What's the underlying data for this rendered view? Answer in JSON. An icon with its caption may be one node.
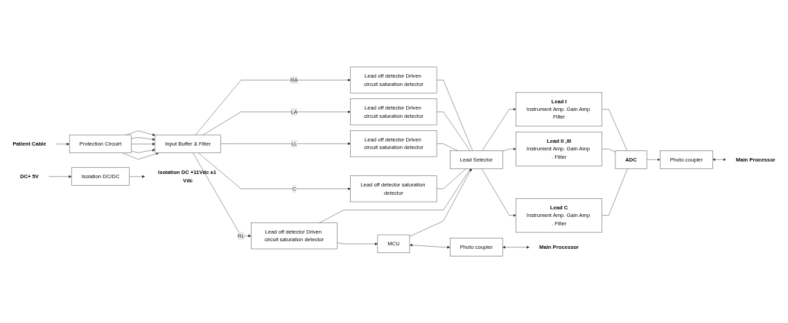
{
  "diagram": {
    "nodes": [
      {
        "text": [
          "Protection Circuirt"
        ]
      },
      {
        "text": [
          "Input Buffer & Filter"
        ]
      },
      {
        "text": [
          "Lead off detector Driven circuit saturation detector"
        ]
      },
      {
        "text": [
          "Lead off detector Driven circuit saturation detector"
        ]
      },
      {
        "text": [
          "Lead off detector Driven circuit saturation detector"
        ]
      },
      {
        "text": [
          "Lead off detector saturation detector"
        ]
      },
      {
        "text": [
          "Lead off detector Driven circuit saturation detector"
        ]
      },
      {
        "text": [
          "Lead Selector"
        ]
      },
      {
        "text": [
          "Lead I",
          "Instrument Amp. Gain Amp Filter"
        ]
      },
      {
        "text": [
          "Lead II ,III",
          "Instrument Amp. Gain Amp . Filter"
        ]
      },
      {
        "text": [
          "Lead C",
          "Instrument Amp. Gain Amp . Filter"
        ]
      },
      {
        "text": [
          "ADC"
        ]
      },
      {
        "text": [
          "Isolation DC/DC"
        ]
      },
      {
        "text": [
          "Photo coupler"
        ]
      },
      {
        "text": [
          "Photo coupler"
        ]
      },
      {
        "text": [
          "MCU"
        ]
      },
      {
        "text": [
          "Patient Cable"
        ]
      },
      {
        "text": [
          "Isolation DC +11Vdc ±1 Vdc"
        ]
      },
      {
        "text": [
          "DC+ 5V"
        ]
      },
      {
        "text": [
          "Main Processor"
        ]
      },
      {
        "text": [
          "Main Processor"
        ]
      }
    ],
    "edges": [
      {
        "from": 16,
        "to": 0,
        "arrow": "to"
      },
      {
        "from": 0,
        "to": 1,
        "arrow": "to"
      },
      {
        "from": 0,
        "to": 1,
        "arrow": "to"
      },
      {
        "from": 0,
        "to": 1,
        "arrow": "to"
      },
      {
        "from": 0,
        "to": 1,
        "arrow": "to"
      },
      {
        "from": 0,
        "to": 1,
        "arrow": "to"
      },
      {
        "from": 1,
        "to": 2,
        "arrow": "to",
        "label": "RA"
      },
      {
        "from": 1,
        "to": 3,
        "arrow": "to",
        "label": "LA"
      },
      {
        "from": 1,
        "to": 4,
        "arrow": "to",
        "label": "LL"
      },
      {
        "from": 1,
        "to": 5,
        "arrow": "to",
        "label": "C"
      },
      {
        "from": 1,
        "to": 6,
        "arrow": "to",
        "label": "RL"
      },
      {
        "from": 2,
        "to": 7,
        "arrow": "none"
      },
      {
        "from": 3,
        "to": 7,
        "arrow": "none"
      },
      {
        "from": 4,
        "to": 7,
        "arrow": "none"
      },
      {
        "from": 5,
        "to": 7,
        "arrow": "none"
      },
      {
        "from": 6,
        "to": 7,
        "arrow": "none"
      },
      {
        "from": 7,
        "to": 8,
        "arrow": "to"
      },
      {
        "from": 7,
        "to": 9,
        "arrow": "to"
      },
      {
        "from": 7,
        "to": 10,
        "arrow": "to"
      },
      {
        "from": 8,
        "to": 11,
        "arrow": "none"
      },
      {
        "from": 9,
        "to": 11,
        "arrow": "none"
      },
      {
        "from": 10,
        "to": 11,
        "arrow": "none"
      },
      {
        "from": 11,
        "to": 13,
        "arrow": "to"
      },
      {
        "from": 12,
        "to": 17,
        "arrow": "to"
      },
      {
        "from": 18,
        "to": 12,
        "arrow": "to"
      },
      {
        "from": 13,
        "to": 19,
        "arrow": "both"
      },
      {
        "from": 14,
        "to": 20,
        "arrow": "both"
      },
      {
        "from": 6,
        "to": 15,
        "arrow": "to"
      },
      {
        "from": 15,
        "to": 7,
        "arrow": "to"
      },
      {
        "from": 15,
        "to": 14,
        "arrow": "both"
      }
    ]
  }
}
